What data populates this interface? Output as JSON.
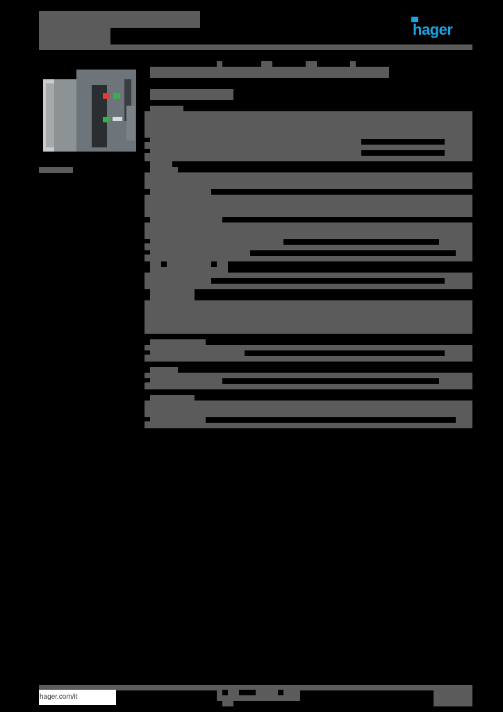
{
  "header": {
    "title_line_1": "",
    "title_line_2": "",
    "brand_logo": "hager",
    "brand_color": "#1fa2e0"
  },
  "product": {
    "image_alt": "product-photo-air-circuit-breaker",
    "image_caption": "",
    "heading": "",
    "subheading": ""
  },
  "sections": [
    {
      "label": "",
      "rows": [
        "",
        "",
        "",
        "",
        ""
      ]
    },
    {
      "label": "",
      "rows": [
        "",
        ""
      ]
    },
    {
      "label": "",
      "rows": [
        "",
        ""
      ]
    },
    {
      "label": "",
      "rows": [
        "",
        "",
        ""
      ]
    },
    {
      "label": "",
      "rows": [
        ""
      ]
    },
    {
      "label": "",
      "rows": [
        "",
        "",
        "",
        ""
      ]
    },
    {
      "label": "",
      "rows": [
        ""
      ]
    },
    {
      "label": "",
      "rows": [
        ""
      ]
    },
    {
      "label": "",
      "rows": [
        "",
        ""
      ]
    }
  ],
  "footer": {
    "website": "hager.com/it",
    "center_text": "",
    "page_number": ""
  },
  "colors": {
    "redaction": "#5a5b5a",
    "background": "#000000",
    "brand_blue": "#1fa2e0"
  }
}
